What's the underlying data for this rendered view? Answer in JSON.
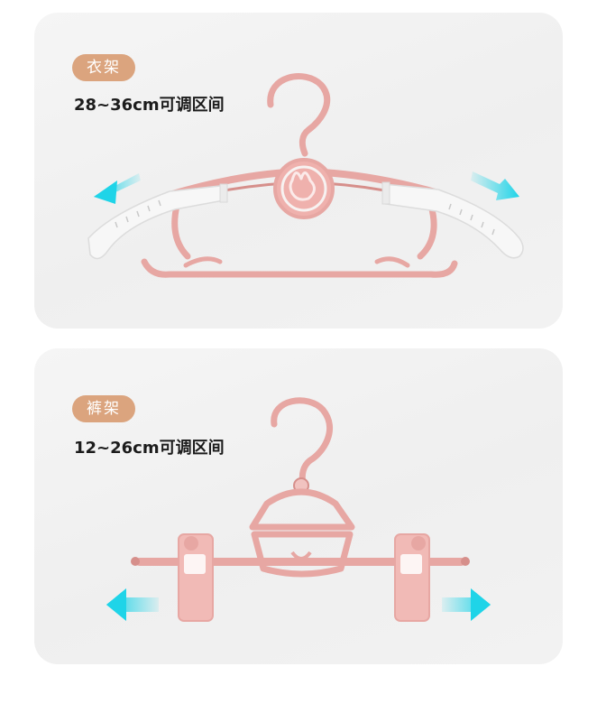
{
  "colors": {
    "pill": "#dba47e",
    "hanger_pink": "#e7a7a3",
    "hanger_pink_dark": "#d68f8b",
    "arm_white": "#f7f7f7",
    "arrow_cyan": "#1fd4e8"
  },
  "shirt_card": {
    "tag": "衣架",
    "range": "28~36cm可调区间"
  },
  "pants_card": {
    "tag": "裤架",
    "range": "12~26cm可调区间"
  }
}
